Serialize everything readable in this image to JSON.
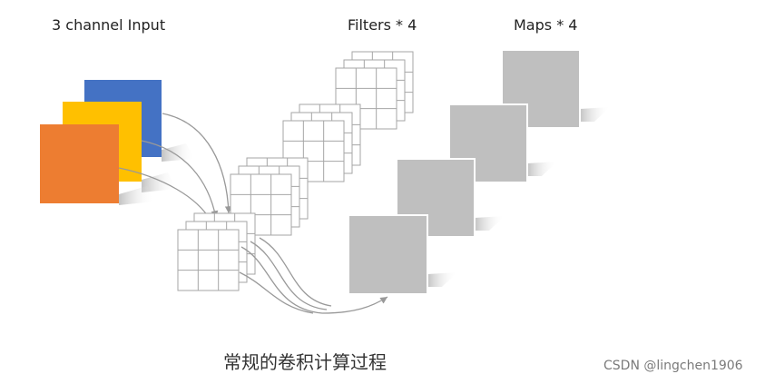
{
  "labels": {
    "input_title": "3 channel Input",
    "filters_title": "Filters * 4",
    "maps_title": "Maps * 4"
  },
  "caption": "常规的卷积计算过程",
  "watermark": "CSDN @lingchen1906",
  "colors": {
    "channel_blue": "#4472c4",
    "channel_yellow": "#ffc000",
    "channel_orange": "#ed7d31",
    "map_gray": "#bfbfbf",
    "arrow_gray": "#999999",
    "grid_line": "#a6a6a6"
  }
}
